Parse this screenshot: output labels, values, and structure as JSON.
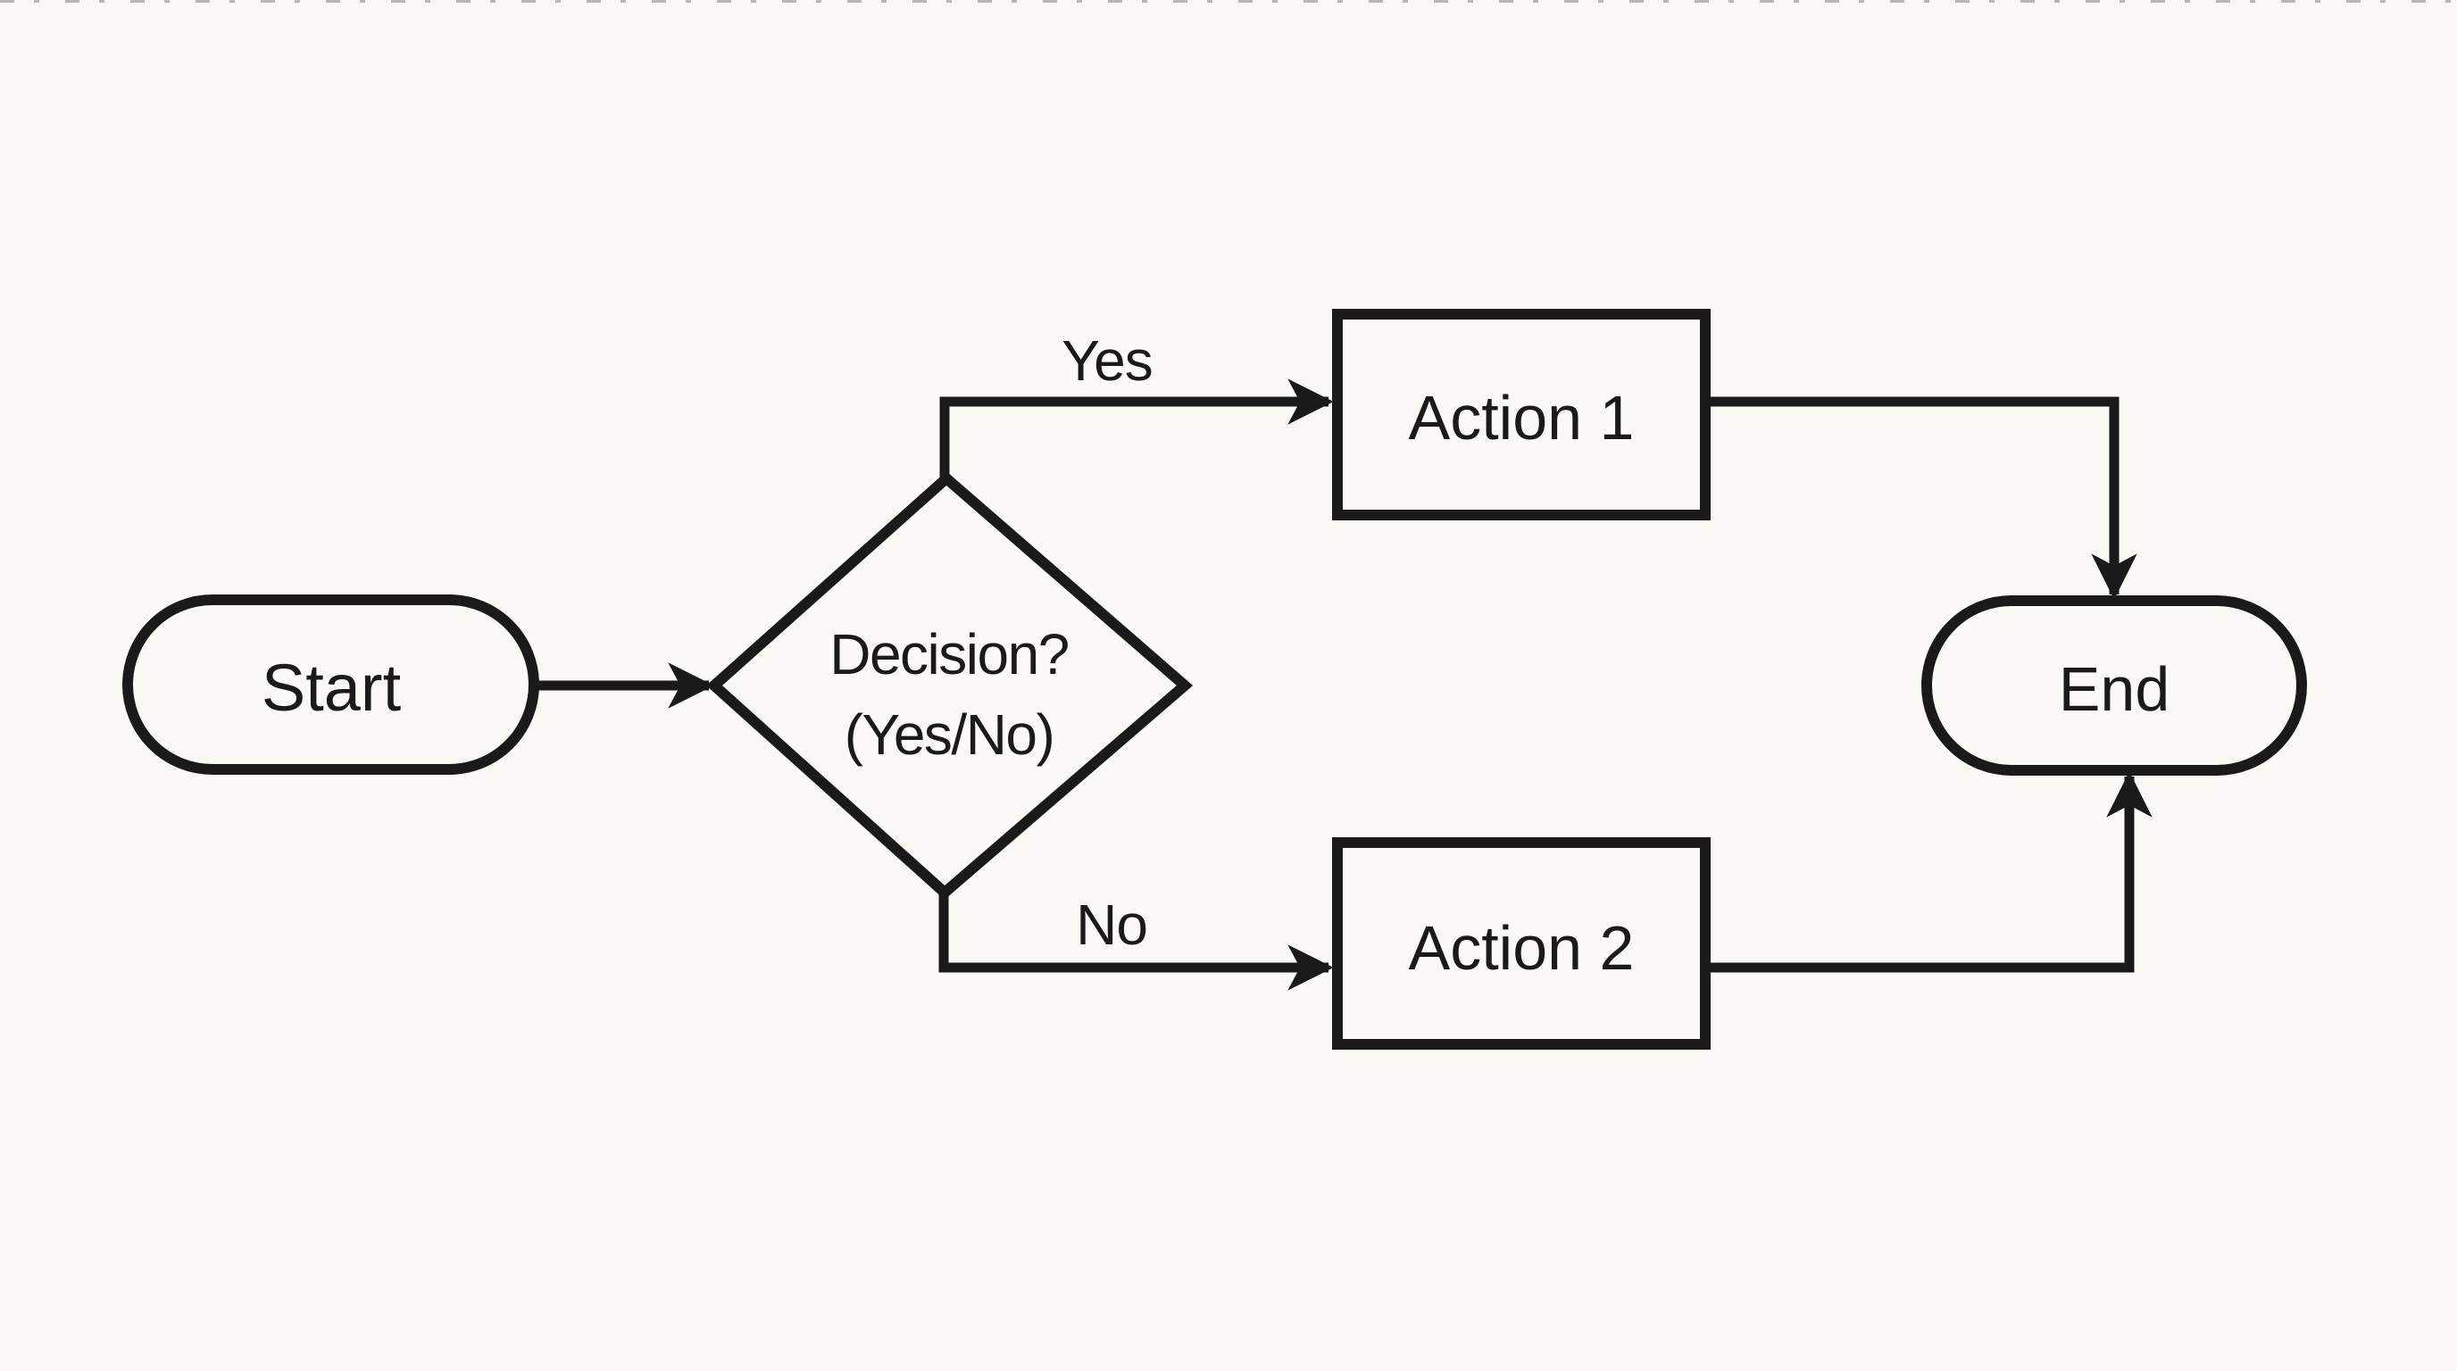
{
  "flowchart": {
    "colors": {
      "background": "#FAF9F6",
      "stroke": "#1A1A1A",
      "text": "#1A1A1A"
    },
    "nodes": {
      "start": {
        "shape": "terminator",
        "label": "Start"
      },
      "decision": {
        "shape": "decision",
        "label_line1": "Decision?",
        "label_line2": "(Yes/No)"
      },
      "action1": {
        "shape": "process",
        "label": "Action 1"
      },
      "action2": {
        "shape": "process",
        "label": "Action 2"
      },
      "end": {
        "shape": "terminator",
        "label": "End"
      }
    },
    "edges": [
      {
        "from": "start",
        "to": "decision",
        "label": ""
      },
      {
        "from": "decision",
        "to": "action1",
        "label": "Yes"
      },
      {
        "from": "decision",
        "to": "action2",
        "label": "No"
      },
      {
        "from": "action1",
        "to": "end",
        "label": ""
      },
      {
        "from": "action2",
        "to": "end",
        "label": ""
      }
    ]
  }
}
